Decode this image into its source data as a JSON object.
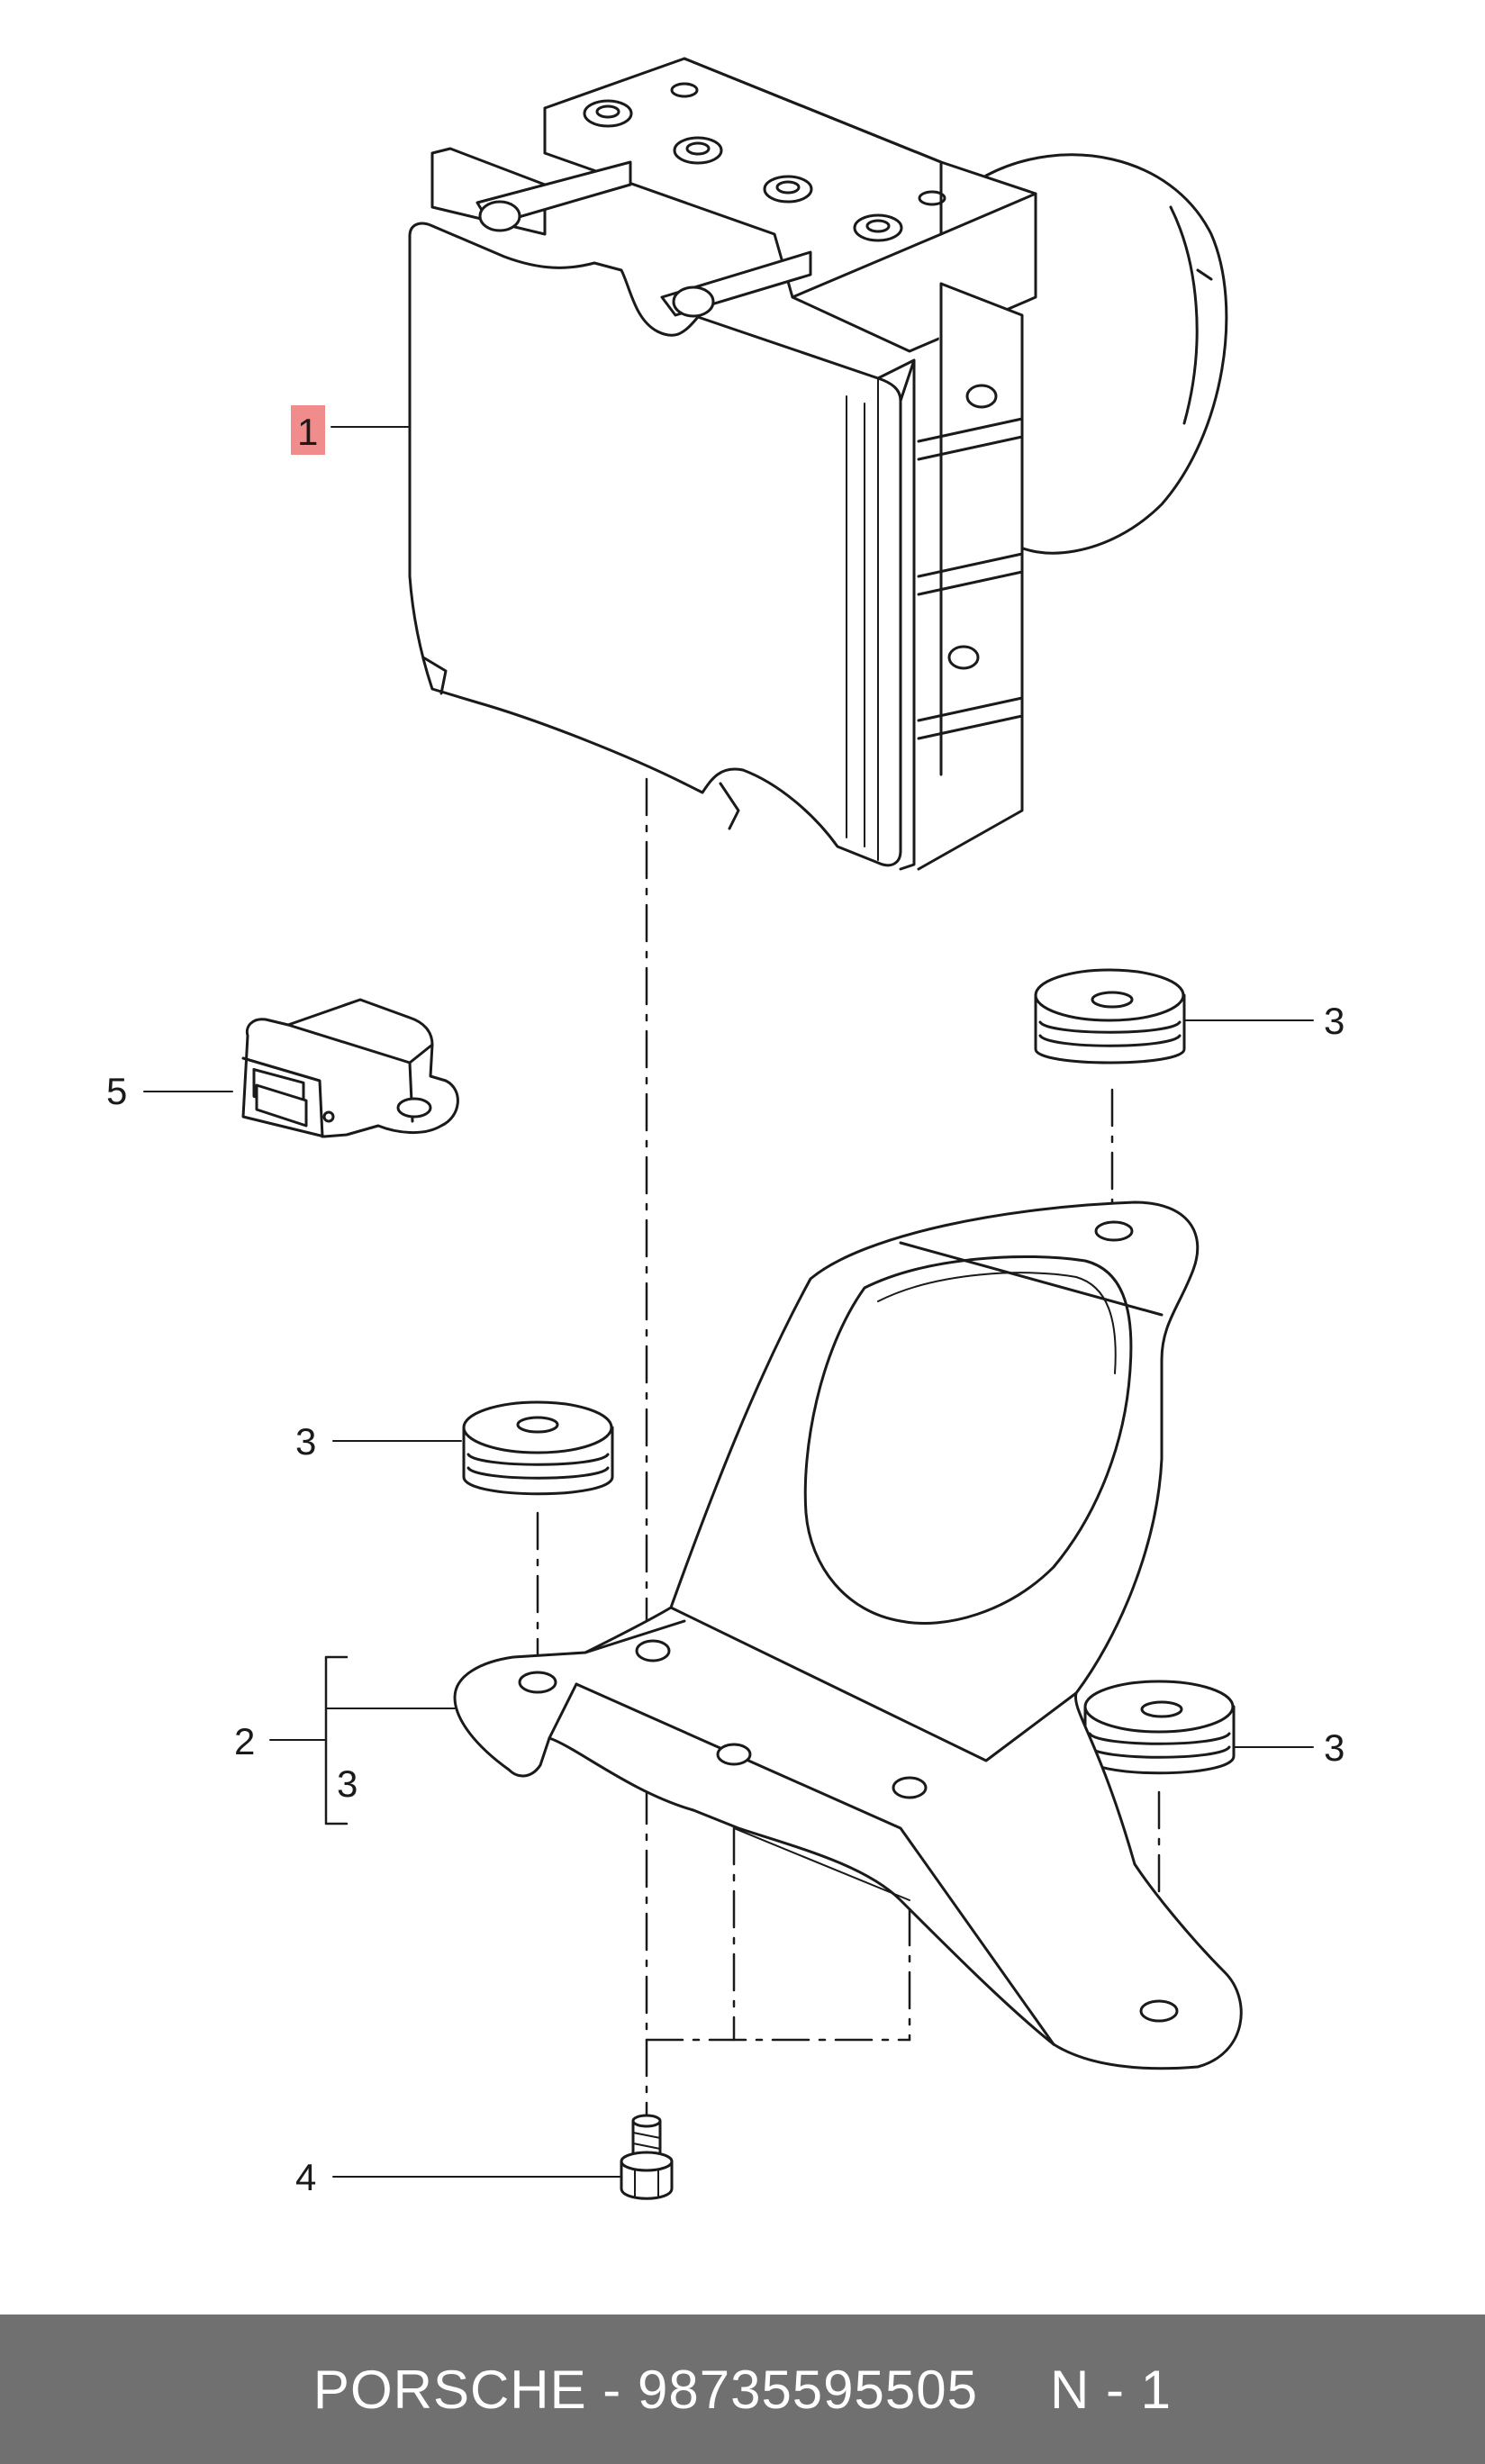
{
  "callouts": {
    "c1": "1",
    "c2": "2",
    "c2_sub": "3",
    "c3_top": "3",
    "c3_left": "3",
    "c3_right": "3",
    "c4": "4",
    "c5": "5"
  },
  "footer": {
    "part_text": "PORSCHE - 98735595505",
    "page_text": "N - 1"
  },
  "colors": {
    "highlight": "#f08c8c",
    "footer_bg": "#707070",
    "line": "#1a1a1a"
  }
}
